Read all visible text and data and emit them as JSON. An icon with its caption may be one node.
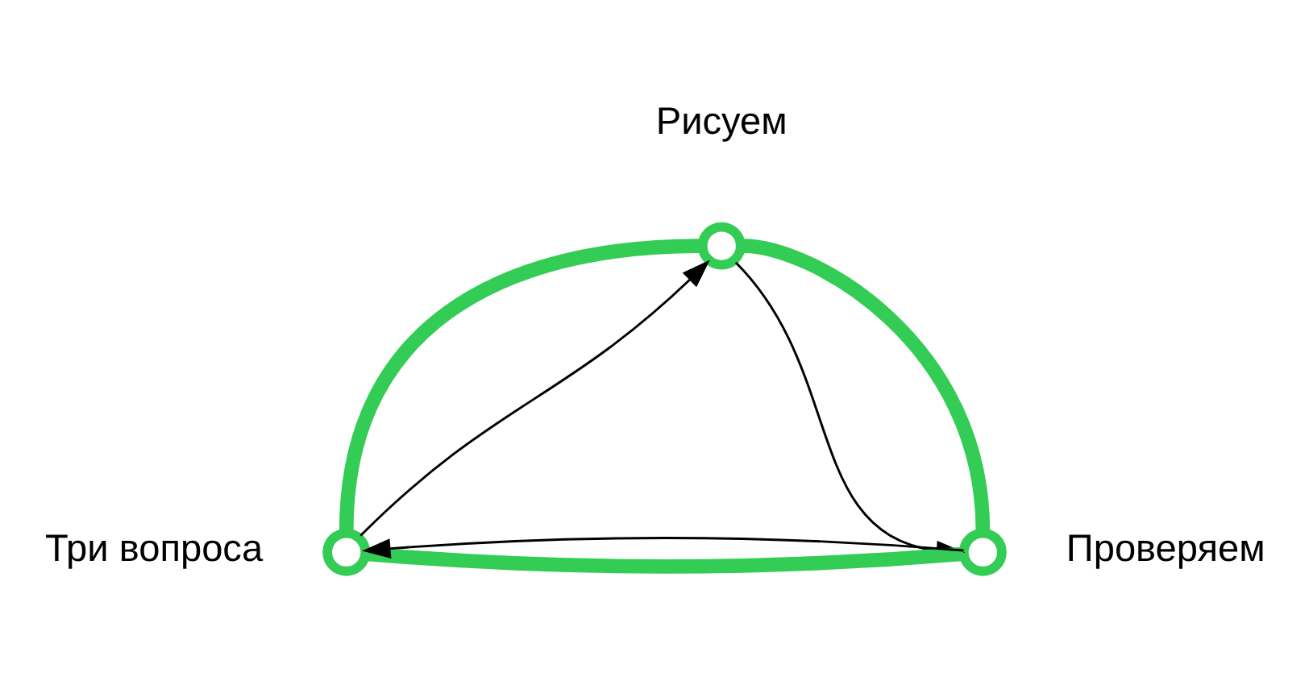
{
  "diagram": {
    "nodes": [
      {
        "text": [],
        "shape": "circle",
        "beside": [
          "Рисуем"
        ]
      },
      {
        "text": [],
        "shape": "circle",
        "beside": [
          "Три вопроса"
        ]
      },
      {
        "text": [],
        "shape": "circle",
        "beside": [
          "Проверяем"
        ]
      }
    ],
    "edges": [
      {
        "from": 0,
        "to": 2,
        "arrow": "none",
        "style": "thick",
        "color": "#33cc55"
      },
      {
        "from": 2,
        "to": 1,
        "arrow": "none",
        "style": "thick",
        "color": "#33cc55"
      },
      {
        "from": 1,
        "to": 0,
        "arrow": "none",
        "style": "thick",
        "color": "#33cc55"
      },
      {
        "from": 0,
        "to": 2,
        "arrow": "to",
        "color": "#000000"
      },
      {
        "from": 2,
        "to": 1,
        "arrow": "to",
        "color": "#000000"
      },
      {
        "from": 1,
        "to": 0,
        "arrow": "to",
        "color": "#000000"
      }
    ]
  }
}
